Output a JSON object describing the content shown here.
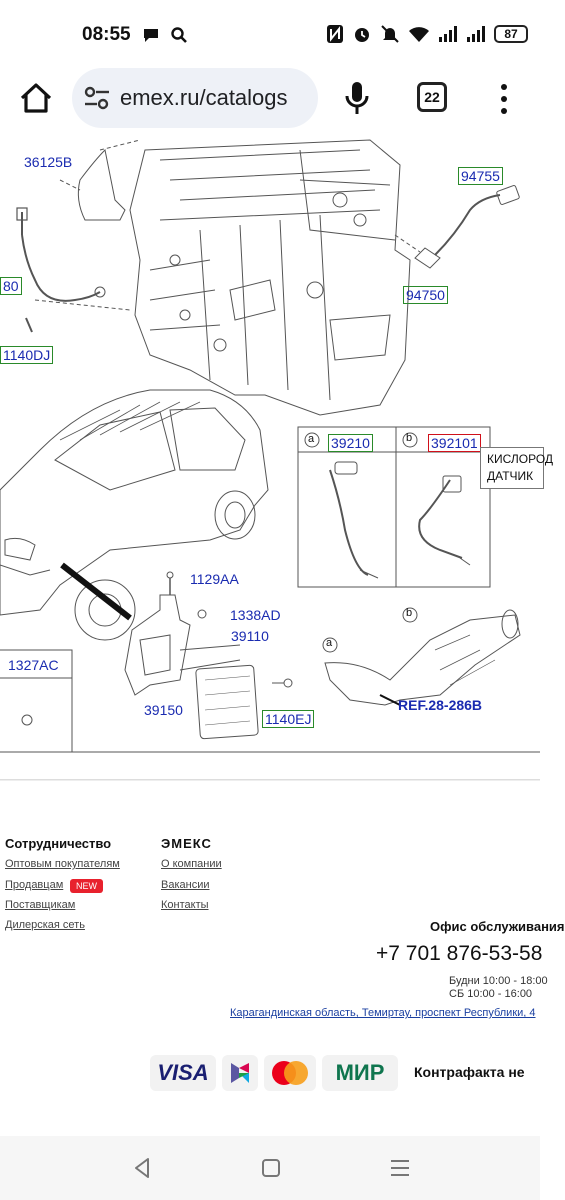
{
  "status_bar": {
    "time": "08:55",
    "battery": "87",
    "icons": [
      "chat-bubble-icon",
      "search-icon",
      "nfc-icon",
      "alarm-icon",
      "mute-icon",
      "wifi-icon",
      "signal-icon",
      "signal-icon"
    ]
  },
  "browser": {
    "url": "emex.ru/catalogs",
    "tab_count": "22"
  },
  "diagram": {
    "part_numbers": {
      "p36125b": "36125B",
      "p94755": "94755",
      "p94750": "94750",
      "p80": "80",
      "p1140dj": "1140DJ",
      "p39210": "39210",
      "p392101": "392101",
      "p1129aa": "1129AA",
      "p1338ad": "1338AD",
      "p39110": "39110",
      "p1327ac": "1327AC",
      "p39150": "39150",
      "p1140ej": "1140EJ",
      "ref": "REF.28-286B"
    },
    "inset_labels": {
      "a": "a",
      "b": "b",
      "a2": "a",
      "b2": "b"
    },
    "tooltip": {
      "line1": "КИСЛОРОД",
      "line2": "ДАТЧИК"
    }
  },
  "footer": {
    "col1_title": "Сотрудничество",
    "col1_links": [
      "Оптовым покупателям",
      "Продавцам",
      "Поставщикам",
      "Дилерская сеть"
    ],
    "new_badge": "NEW",
    "col2_title": "ЭМЕКС",
    "col2_links": [
      "О компании",
      "Вакансии",
      "Контакты"
    ],
    "office_title": "Офис обслуживания",
    "phone": "+7 701 876-53-58",
    "hours_weekdays": "Будни  10:00 - 18:00",
    "hours_saturday": "СБ      10:00 - 16:00",
    "address": "Карагандинская область, Темиртау, проспект Республики, 4",
    "payments": [
      "VISA",
      "МИР"
    ],
    "antifake": "Контрафакта не"
  },
  "colors": {
    "part_number": "#1a2bb0",
    "highlight": "#d0101a",
    "pill": "#eef1f7"
  }
}
